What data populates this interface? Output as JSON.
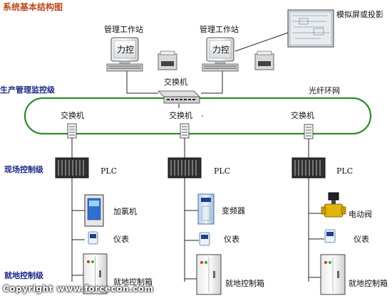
{
  "title": "系统基本结构图",
  "levels": {
    "production": "生产管理监控级",
    "field": "现场控制级",
    "local": "就地控制级"
  },
  "workstations": [
    {
      "label": "管理工作站",
      "screen_text": "力控"
    },
    {
      "label": "管理工作站",
      "screen_text": "力控"
    }
  ],
  "projection_label": "模拟屏或投影",
  "top_switch_label": "交换机",
  "ring_label": "光纤环网",
  "ring_switches": [
    "交换机",
    "交换机",
    "交换机"
  ],
  "ring_switch_dot": ".",
  "plc_label": "PLC",
  "branches": [
    {
      "device": "加氯机",
      "meter": "仪表",
      "cabinet": "就地控制箱"
    },
    {
      "device": "变频器",
      "meter": "仪表",
      "cabinet": "就地控制箱"
    },
    {
      "device": "电动阀",
      "meter": "仪表",
      "cabinet": "就地控制箱"
    }
  ],
  "watermark": "Copyright www.forcecon.com",
  "colors": {
    "ring": "#2e8b2e",
    "title": "#b8481c",
    "level": "#1b2a86",
    "line": "#222222"
  }
}
